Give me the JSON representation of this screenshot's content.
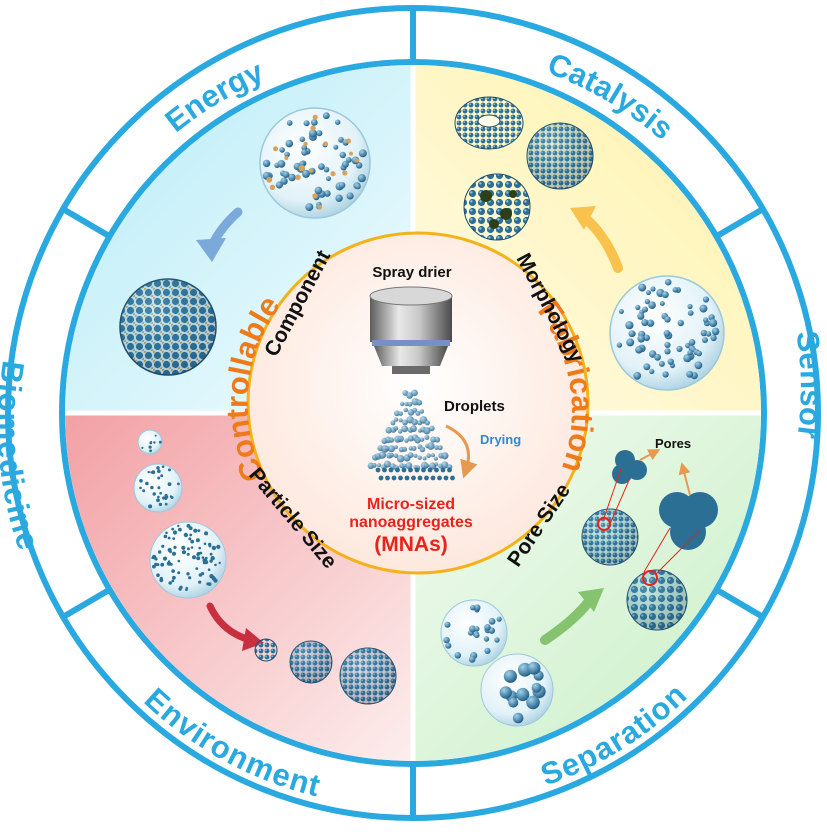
{
  "ring": {
    "energy": "Energy",
    "catalysis": "Catalysis",
    "sensor": "Sensor",
    "separation": "Separation",
    "environment": "Environment",
    "biomedicine": "Biomedicine"
  },
  "quadrants": {
    "component": "Component",
    "morphology": "Morphology",
    "particle_size": "Particle Size",
    "pore_size": "Pore Size"
  },
  "center": {
    "controllable": "Controllable",
    "fabrication": "Fabrication",
    "spray_drier": "Spray drier",
    "droplets": "Droplets",
    "drying": "Drying",
    "mnas_line1": "Micro-sized",
    "mnas_line2": "nanoaggregates",
    "mnas_line3": "(MNAs)",
    "pores": "Pores"
  },
  "colors": {
    "ring_blue": "#29a9e0",
    "orange": "#ee7a1a",
    "red_text": "#e8231b",
    "particle_blue": "#2c6f95"
  }
}
